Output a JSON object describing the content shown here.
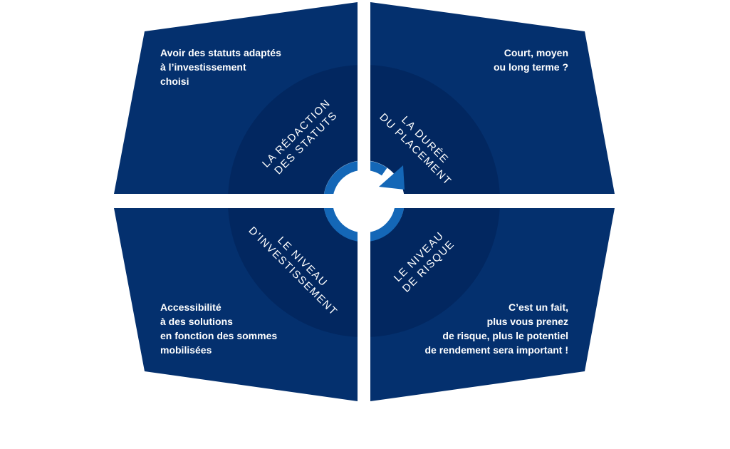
{
  "quadrants": {
    "top_left": {
      "title_lines": [
        "LA RÉDACTION",
        "DES STATUTS"
      ],
      "description_lines": [
        "Avoir des statuts adaptés",
        "à l’investissement",
        "choisi"
      ]
    },
    "top_right": {
      "title_lines": [
        "LA DURÉE",
        "DU PLACEMENT"
      ],
      "description_lines": [
        "Court, moyen",
        "ou long terme ?"
      ]
    },
    "bottom_left": {
      "title_lines": [
        "LE NIVEAU",
        "D’INVESTISSEMENT"
      ],
      "description_lines": [
        "Accessibilité",
        "à des solutions",
        "en fonction des sommes",
        "mobilisées"
      ]
    },
    "bottom_right": {
      "title_lines": [
        "LE NIVEAU",
        "DE RISQUE"
      ],
      "description_lines": [
        "C’est un fait,",
        "plus vous prenez",
        "de risque, plus le potentiel",
        "de rendement sera important !"
      ]
    }
  },
  "center_icon": "cycle-arrow-icon",
  "colors": {
    "panel": "#04306e",
    "inner_circle": "#022760",
    "arrow": "#1467b7",
    "background": "#ffffff",
    "text": "#ffffff"
  }
}
